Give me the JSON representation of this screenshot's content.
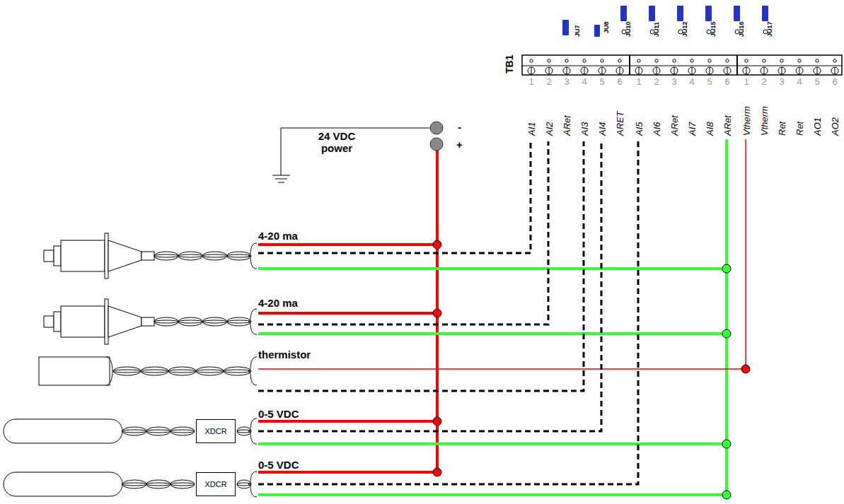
{
  "diagram": {
    "nodes": [
      {
        "text": [
          "XDCR"
        ]
      },
      {
        "text": [
          "XDCR"
        ]
      }
    ],
    "labels": [
      "JU7",
      "JU8",
      "JU10",
      "JU11",
      "JU12",
      "JU15",
      "JU16",
      "JU17",
      "TB1",
      "1",
      "2",
      "3",
      "4",
      "5",
      "6",
      "1",
      "2",
      "3",
      "4",
      "5",
      "6",
      "1",
      "2",
      "3",
      "4",
      "5",
      "6",
      "AI1",
      "AI2",
      "ARet",
      "AI3",
      "AI4",
      "ARET",
      "AI5",
      "AI6",
      "ARet",
      "AI7",
      "AI8",
      "ARet",
      "Vtherm",
      "Vtherm",
      "Ret",
      "Ret",
      "AO1",
      "AO2",
      "-",
      "24 VDC power",
      "+",
      "4-20 ma",
      "4-20 ma",
      "thermistor",
      "0-5 VDC",
      "0-5 VDC"
    ]
  }
}
